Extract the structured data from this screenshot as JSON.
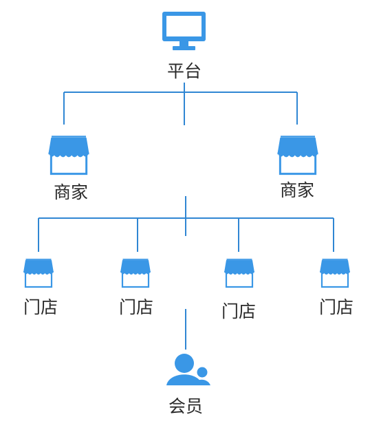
{
  "colors": {
    "accent": "#3a97e6",
    "connector": "#2f86d3",
    "text": "#2a2a2a",
    "background": "#ffffff"
  },
  "nodes": {
    "platform": {
      "label": "平台",
      "icon": "monitor-icon"
    },
    "merchants": [
      {
        "label": "商家",
        "icon": "storefront-icon"
      },
      {
        "label": "商家",
        "icon": "storefront-icon"
      }
    ],
    "stores": [
      {
        "label": "门店",
        "icon": "storefront-icon"
      },
      {
        "label": "门店",
        "icon": "storefront-icon"
      },
      {
        "label": "门店",
        "icon": "storefront-icon"
      },
      {
        "label": "门店",
        "icon": "storefront-icon"
      }
    ],
    "member": {
      "label": "会员",
      "icon": "members-icon"
    }
  }
}
